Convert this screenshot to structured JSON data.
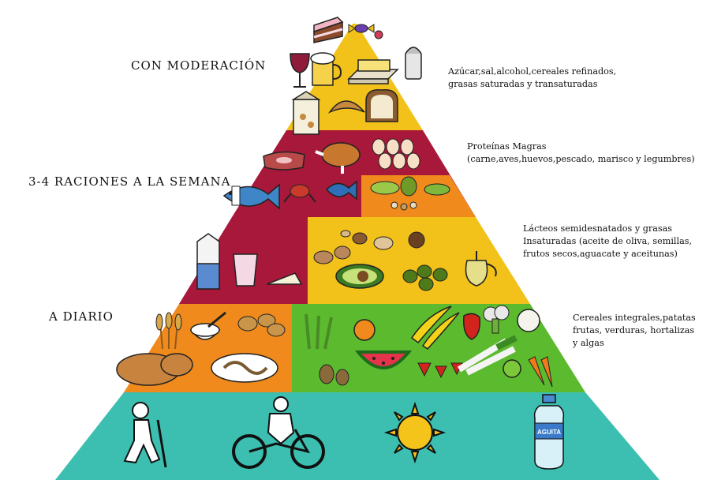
{
  "tiers": {
    "moderation": {
      "label": "CON MODERACIÓN",
      "note": [
        "Azúcar,sal,alcohol,cereales refinados,",
        "grasas saturadas y transaturadas"
      ],
      "color": "#f2c21a"
    },
    "weekly": {
      "label": "3-4 RACIONES A LA SEMANA",
      "note_proteins": [
        "Proteínas Magras",
        "(carne,aves,huevos,pescado, marisco y legumbres)"
      ],
      "note_dairy": [
        "Lácteos semidesnatados y grasas",
        "Insaturadas (aceite de oliva, semillas,",
        "frutos secos,aguacate y aceitunas)"
      ],
      "color_protein": "#a8183a",
      "color_legumes": "#f08a1c",
      "color_dairy": "#a8183a",
      "color_fats": "#f2c21a"
    },
    "daily": {
      "label": "A DIARIO",
      "note": [
        "Cereales integrales,patatas",
        "frutas, verduras, hortalizas",
        "y algas"
      ],
      "color_cereals": "#f08a1c",
      "color_fruits": "#5cba2e"
    },
    "base": {
      "color": "#3cbfb0",
      "bottle_text": "AGUITA"
    }
  },
  "icons": [
    "cake-icon",
    "candy-icon",
    "wine-icon",
    "beer-icon",
    "butter-icon",
    "salt-icon",
    "milk-carton-icon",
    "croissant-icon",
    "bread-icon",
    "steak-icon",
    "chicken-icon",
    "eggs-icon",
    "fish-icon",
    "crab-icon",
    "legumes-icon",
    "milk-bottle-icon",
    "yogurt-icon",
    "cheese-icon",
    "nuts-icon",
    "avocado-icon",
    "olives-icon",
    "oil-jar-icon",
    "wheat-icon",
    "rice-bowl-icon",
    "potatoes-icon",
    "bread-loaf-icon",
    "pasta-plate-icon",
    "asparagus-icon",
    "orange-icon",
    "banana-icon",
    "pepper-icon",
    "broccoli-icon",
    "watermelon-icon",
    "strawberries-icon",
    "leek-icon",
    "apple-icon",
    "carrot-icon",
    "hiker-icon",
    "cyclist-icon",
    "sun-icon",
    "water-bottle-icon"
  ]
}
